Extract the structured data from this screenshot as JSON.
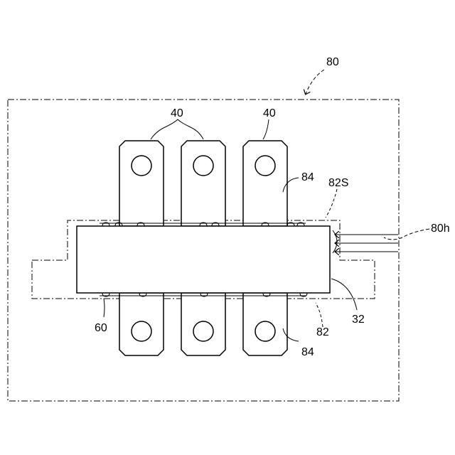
{
  "figure": {
    "background": "#ffffff",
    "line_color": "#000000",
    "labels": {
      "frame": "80",
      "terminal_left": "40",
      "terminal_right": "40",
      "body": "32",
      "mold_region": "82",
      "mold_surface": "82S",
      "hole": "80h",
      "fillet_upper": "84",
      "fillet_lower": "84",
      "bond_layer": "60"
    }
  }
}
